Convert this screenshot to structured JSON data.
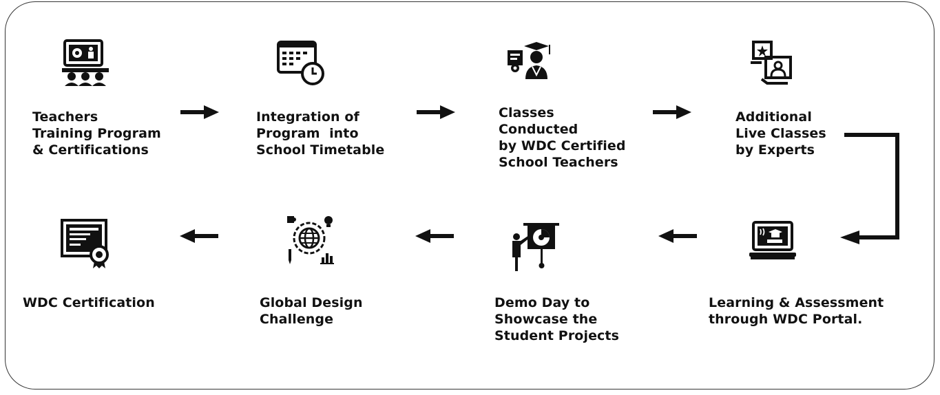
{
  "steps": [
    {
      "label": "Teachers\nTraining Program\n& Certifications",
      "icon": "teacher-training-icon"
    },
    {
      "label": "Integration of\nProgram  into\nSchool Timetable",
      "icon": "timetable-calendar-icon"
    },
    {
      "label": "Classes\nConducted\nby WDC Certified\nSchool Teachers",
      "icon": "certified-teacher-icon"
    },
    {
      "label": "Additional\nLive Classes\nby Experts",
      "icon": "live-class-icon"
    },
    {
      "label": "Learning & Assessment\nthrough WDC Portal.",
      "icon": "laptop-portal-icon"
    },
    {
      "label": "Demo Day to\nShowcase the\nStudent Projects",
      "icon": "presentation-icon"
    },
    {
      "label": "Global Design\nChallenge",
      "icon": "globe-challenge-icon"
    },
    {
      "label": "WDC Certification",
      "icon": "certificate-icon"
    }
  ],
  "colors": {
    "ink": "#111111",
    "frame": "#333333",
    "background": "#ffffff"
  }
}
